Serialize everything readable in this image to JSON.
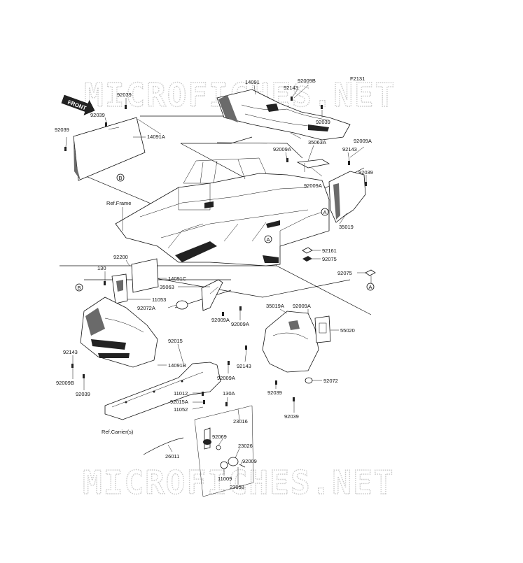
{
  "diagram": {
    "code": "F2131",
    "front_label": "FRONT",
    "watermark_text": "MICROFICHES.NET",
    "ref_frame": "Ref.Frame",
    "ref_carrier": "Ref.Carrier(s)",
    "callouts": {
      "a": "A",
      "b": "B"
    }
  },
  "parts": {
    "p14091": "14091",
    "p92009B_top": "92009B",
    "p92143_top": "92143",
    "p92039_top_left": "92039",
    "p92039_left2": "92039",
    "p92039_left3": "92039",
    "p14091A": "14091A",
    "p92039_top_right": "92039",
    "p35063A": "35063A",
    "p92009A_a": "92009A",
    "p92009A_b": "92009A",
    "p92143_right": "92143",
    "p92009A_c": "92009A",
    "p92039_right": "92039",
    "p35019": "35019",
    "p92161": "92161",
    "p92075_a": "92075",
    "p92075_b": "92075",
    "p92200": "92200",
    "p130": "130",
    "p14091C": "14091C",
    "p35063": "35063",
    "p11053": "11053",
    "p92072A": "92072A",
    "p92009A_d": "92009A",
    "p92009A_e": "92009A",
    "p35019A": "35019A",
    "p92009A_f": "92009A",
    "p55020": "55020",
    "p92143_left": "92143",
    "p92015": "92015",
    "p14091B": "14091B",
    "p92143_mid": "92143",
    "p92009B_left": "92009B",
    "p92039_bl": "92039",
    "p92009A_g": "92009A",
    "p92039_m1": "92039",
    "p92072": "92072",
    "p92039_m2": "92039",
    "p11012": "11012",
    "p92015A": "92015A",
    "p130A": "130A",
    "p11052": "11052",
    "p23016": "23016",
    "p92069": "92069",
    "p23026": "23026",
    "p92009": "92009",
    "p26011": "26011",
    "p11009": "11009",
    "p23058": "23058"
  }
}
